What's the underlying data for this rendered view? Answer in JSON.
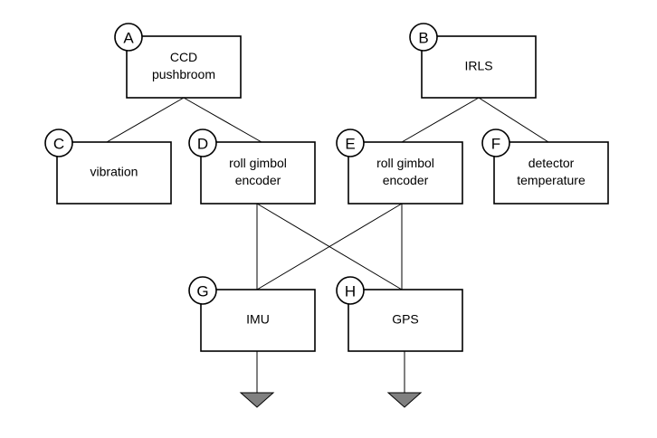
{
  "nodes": [
    {
      "id": "A",
      "badge": "A",
      "lines": [
        "CCD",
        "pushbroom"
      ]
    },
    {
      "id": "B",
      "badge": "B",
      "lines": [
        "IRLS"
      ]
    },
    {
      "id": "C",
      "badge": "C",
      "lines": [
        "vibration"
      ]
    },
    {
      "id": "D",
      "badge": "D",
      "lines": [
        "roll gimbol",
        "encoder"
      ]
    },
    {
      "id": "E",
      "badge": "E",
      "lines": [
        "roll gimbol",
        "encoder"
      ]
    },
    {
      "id": "F",
      "badge": "F",
      "lines": [
        "detector",
        "temperature"
      ]
    },
    {
      "id": "G",
      "badge": "G",
      "lines": [
        "IMU"
      ]
    },
    {
      "id": "H",
      "badge": "H",
      "lines": [
        "GPS"
      ]
    }
  ],
  "edges": [
    {
      "from": "A",
      "to": "C"
    },
    {
      "from": "A",
      "to": "D"
    },
    {
      "from": "B",
      "to": "E"
    },
    {
      "from": "B",
      "to": "F"
    },
    {
      "from": "D",
      "to": "G"
    },
    {
      "from": "D",
      "to": "H"
    },
    {
      "from": "E",
      "to": "G"
    },
    {
      "from": "E",
      "to": "H"
    }
  ],
  "grounded": [
    "G",
    "H"
  ],
  "colors": {
    "ground_fill": "#808080",
    "stroke": "#000000",
    "box_fill": "#ffffff"
  }
}
